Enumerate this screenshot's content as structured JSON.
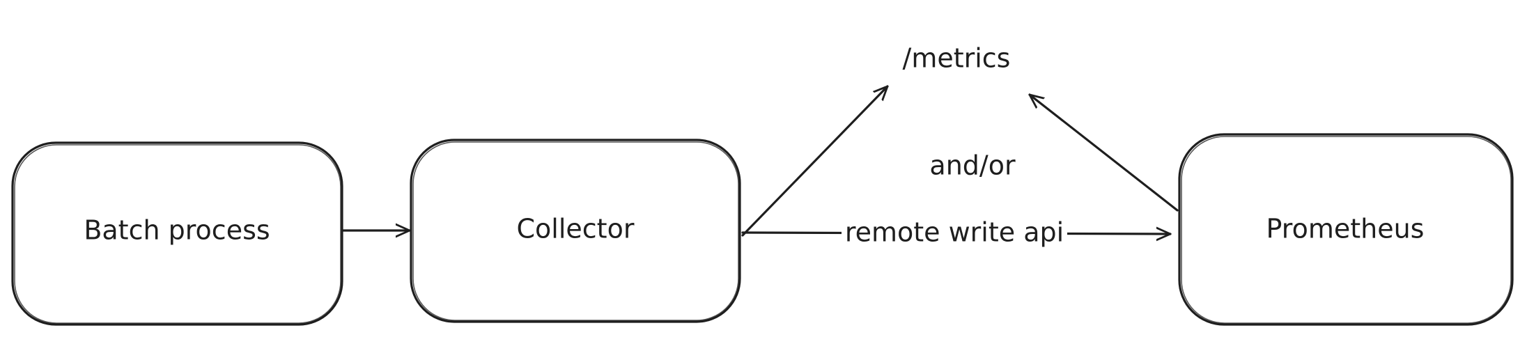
{
  "diagram": {
    "nodes": {
      "batch": "Batch process",
      "collector": "Collector",
      "prometheus": "Prometheus"
    },
    "labels": {
      "metrics": "/metrics",
      "andor": "and/or",
      "remote_write": "remote write api"
    },
    "edges": [
      {
        "from": "batch",
        "to": "collector"
      },
      {
        "from": "collector",
        "to": "metrics"
      },
      {
        "from": "prometheus",
        "to": "metrics"
      },
      {
        "from": "collector",
        "to": "prometheus",
        "label": "remote write api"
      }
    ],
    "colors": {
      "stroke": "#1e1e1e",
      "background": "#ffffff"
    }
  }
}
